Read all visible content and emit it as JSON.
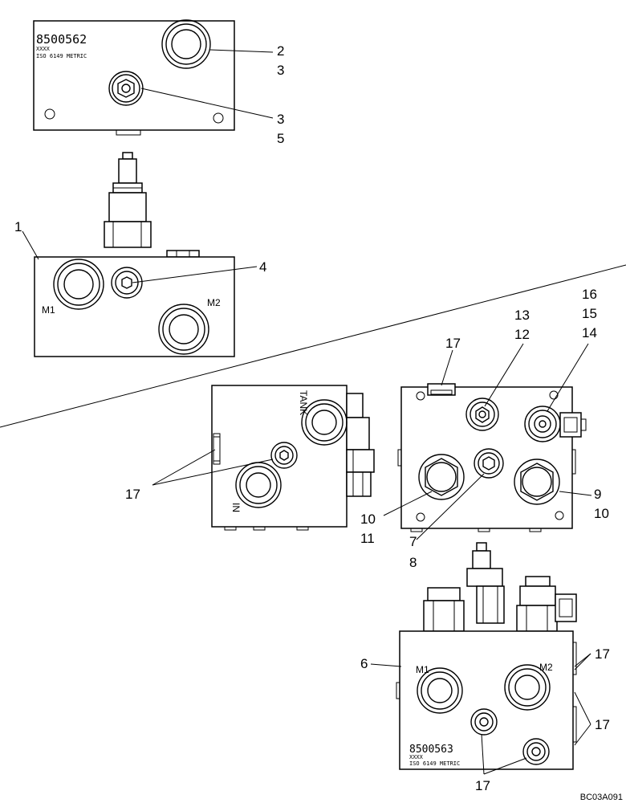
{
  "figure_id": "BC03A091",
  "stamps": {
    "top_part_number": "8500562",
    "top_code": "XXXX",
    "top_standard": "ISO 6149 METRIC",
    "bottom_part_number": "8500563",
    "bottom_code": "XXXX",
    "bottom_standard": "ISO 6149 METRIC"
  },
  "port_labels": {
    "m1_upper": "M1",
    "m2_upper": "M2",
    "tank": "TANK",
    "in": "IN",
    "m1_lower": "M1",
    "m2_lower": "M2"
  },
  "callouts": {
    "c2_top": "2",
    "c3_top": "3",
    "c3_mid": "3",
    "c5": "5",
    "c1": "1",
    "c4": "4",
    "c16": "16",
    "c15": "15",
    "c14": "14",
    "c13": "13",
    "c12": "12",
    "c17_mid": "17",
    "c17_left": "17",
    "c9": "9",
    "c10_right": "10",
    "c10_left": "10",
    "c11": "11",
    "c7": "7",
    "c8": "8",
    "c6": "6",
    "c17_right_top": "17",
    "c17_right_bottom": "17",
    "c17_bottom": "17"
  }
}
